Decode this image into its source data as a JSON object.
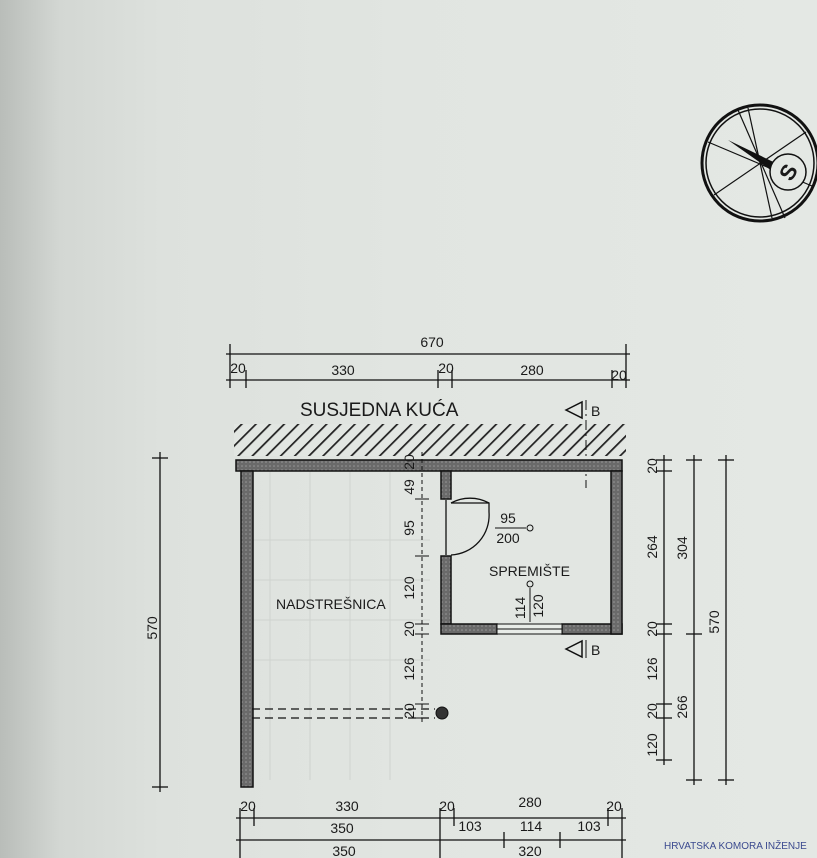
{
  "labels": {
    "neighbor_house": "SUSJEDNA KUĆA",
    "canopy": "NADSTREŠNICA",
    "storage": "SPREMIŠTE",
    "section_marker": "B",
    "north_letter": "S",
    "stamp": "HRVATSKA KOMORA INŽENJE"
  },
  "dims_top": {
    "total": "670",
    "a": "20",
    "b": "330",
    "c": "20",
    "d": "280",
    "e": "20"
  },
  "dims_bottom": {
    "row1": [
      "20",
      "330",
      "20",
      "280",
      "20"
    ],
    "row2": [
      "350",
      "103",
      "114",
      "103"
    ],
    "row3": [
      "350",
      "320"
    ]
  },
  "dims_left": {
    "total": "570"
  },
  "dims_inner": {
    "d20": "20",
    "d49": "49",
    "d95": "95",
    "d120": "120",
    "d20b": "20",
    "d126": "126",
    "d20c": "20"
  },
  "door": {
    "width": "95",
    "height": "200"
  },
  "window": {
    "width": "114",
    "height": "120"
  },
  "dims_right": {
    "col1": [
      "20",
      "264",
      "20",
      "126",
      "20",
      "120"
    ],
    "col2": [
      "304",
      "266"
    ],
    "col3": [
      "570"
    ]
  }
}
